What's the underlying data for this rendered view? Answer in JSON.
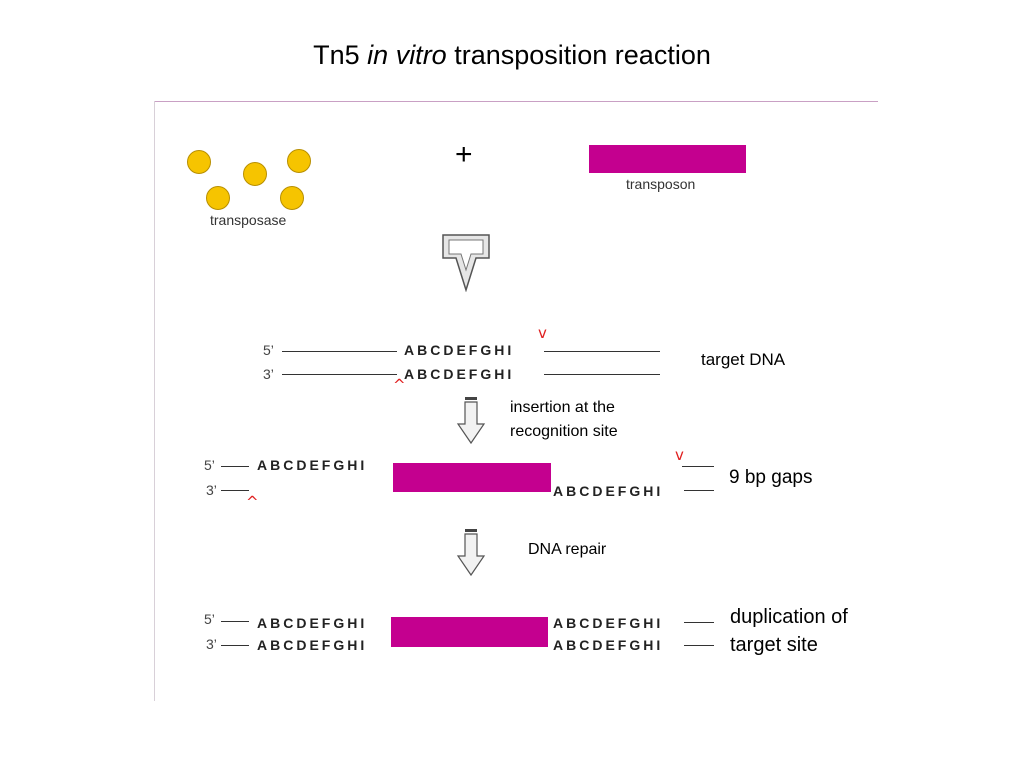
{
  "title": {
    "prefix": "Tn5 ",
    "italic": "in vitro",
    "suffix": " transposition reaction"
  },
  "reactants": {
    "transposase_label": "transposase",
    "plus": "+",
    "transposon_label": "transposon"
  },
  "target_dna": {
    "five_prime": "5’",
    "three_prime": "3’",
    "sequence": "ABCDEFGHI",
    "cut_top": "v",
    "cut_bottom": "^",
    "label": "target DNA"
  },
  "step_insertion": {
    "line1": "insertion at the",
    "line2": "recognition site"
  },
  "gapped": {
    "five_prime": "5’",
    "three_prime": "3’",
    "sequence": "ABCDEFGHI",
    "cut_top": "v",
    "cut_bottom": "^",
    "label": "9 bp gaps"
  },
  "step_repair": {
    "label": "DNA repair"
  },
  "repaired": {
    "five_prime": "5’",
    "three_prime": "3’",
    "sequence": "ABCDEFGHI",
    "label_line1": "duplication of",
    "label_line2": "target site"
  },
  "colors": {
    "transposon": "#c4008f",
    "transposase": "#f6c400",
    "cut_mark": "#e02020"
  }
}
